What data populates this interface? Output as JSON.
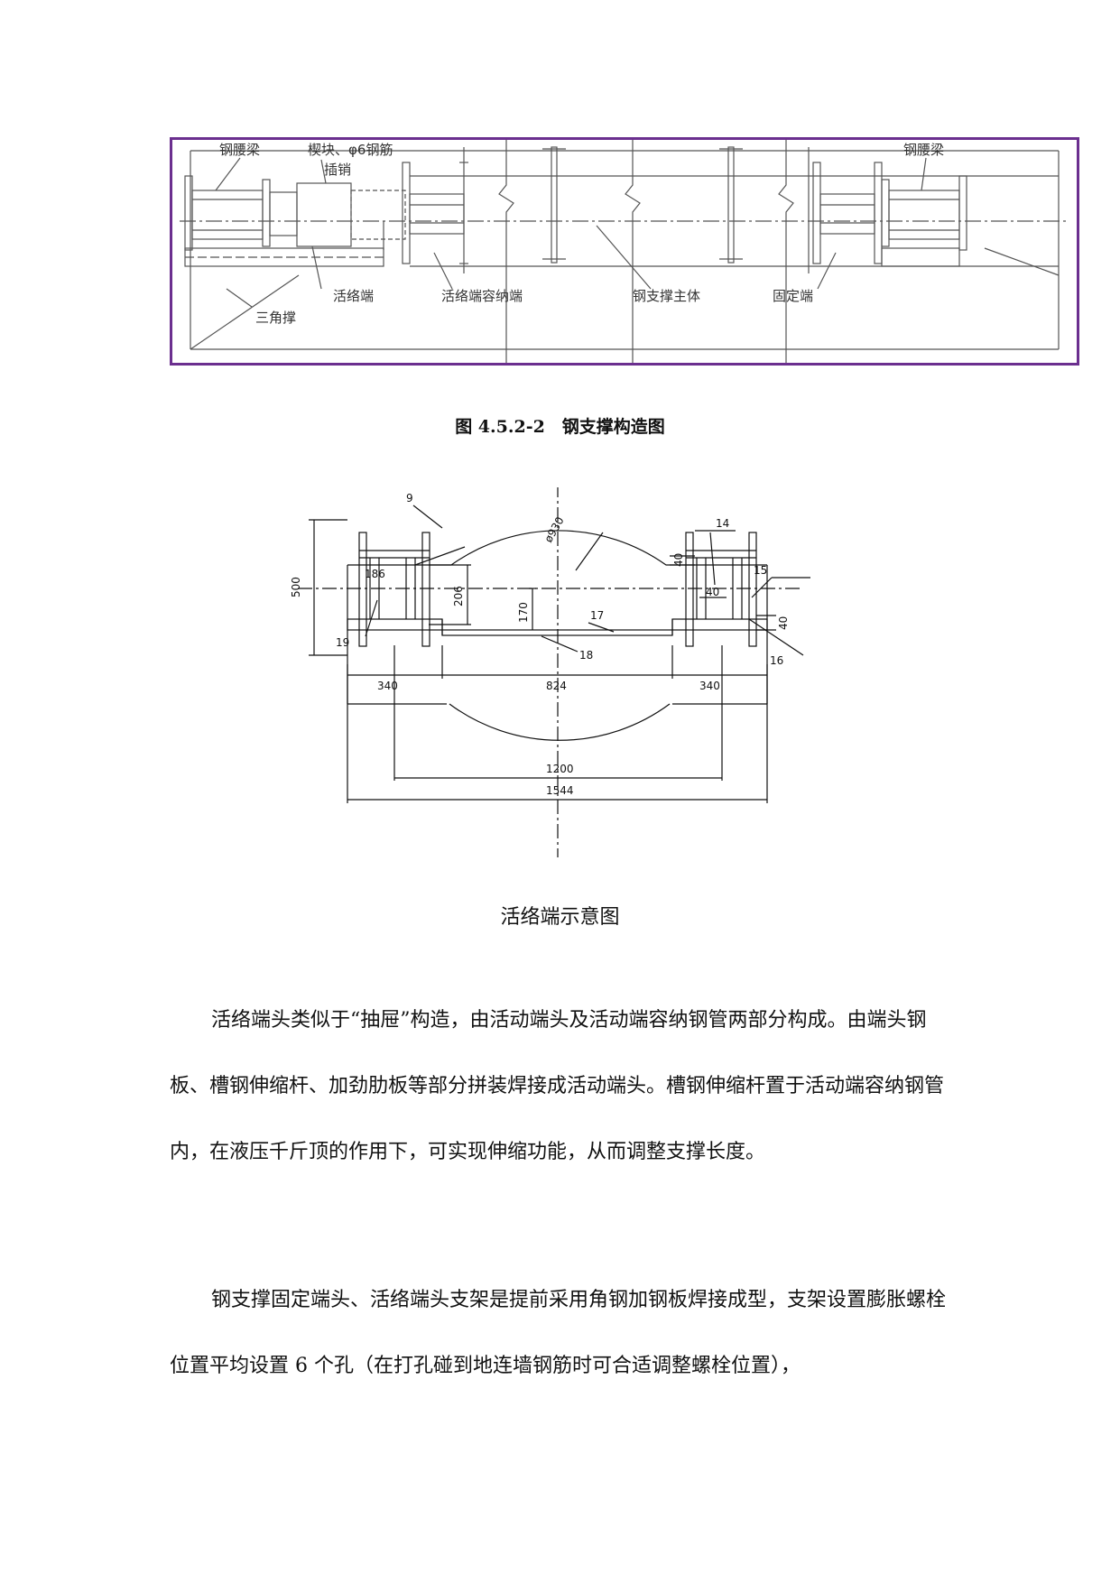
{
  "figure1": {
    "labels": {
      "waist_beam_left": "钢腰梁",
      "wedge": "楔块、φ6钢筋",
      "pin": "插销",
      "waist_beam_right": "钢腰梁",
      "triangle_brace": "三角撑",
      "live_end": "活络端",
      "live_end_housing": "活络端容纳端",
      "strut_body": "钢支撑主体",
      "fixed_end": "固定端"
    },
    "border_color": "#6b2f8f",
    "caption": "图 4.5.2-2　钢支撑构造图"
  },
  "figure2": {
    "labels": {
      "n9": "9",
      "n14": "14",
      "n15": "15",
      "n16": "16",
      "n17": "17",
      "n18": "18",
      "n19": "19",
      "d930": "ø930",
      "d500": "500",
      "d186": "186",
      "d206": "206",
      "d170": "170",
      "d40a": "40",
      "d40b": "40",
      "d40c": "40",
      "d340l": "340",
      "d824": "824",
      "d340r": "340",
      "d1200": "1200",
      "d1544": "1544"
    },
    "caption": "活络端示意图"
  },
  "paragraphs": {
    "p1": "活络端头类似于“抽屉”构造，由活动端头及活动端容纳钢管两部分构成。由端头钢板、槽钢伸缩杆、加劲肋板等部分拼装焊接成活动端头。槽钢伸缩杆置于活动端容纳钢管内，在液压千斤顶的作用下，可实现伸缩功能，从而调整支撑长度。",
    "p2": "钢支撑固定端头、活络端头支架是提前采用角钢加钢板焊接成型，支架设置膨胀螺栓位置平均设置 6 个孔（在打孔碰到地连墙钢筋时可合适调整螺栓位置），"
  }
}
